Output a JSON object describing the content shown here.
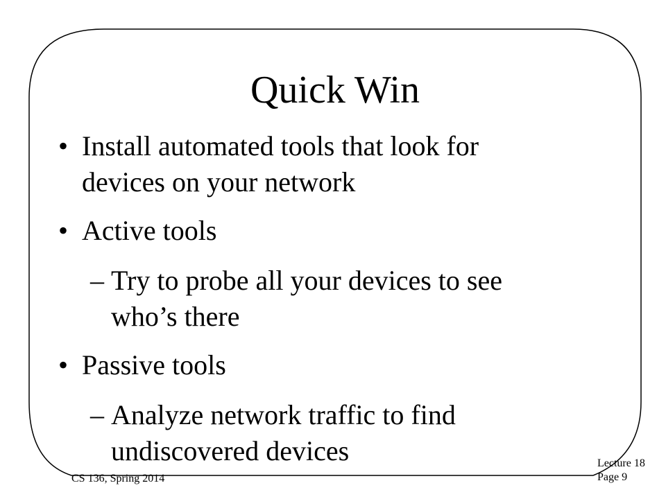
{
  "slide": {
    "title": "Quick Win",
    "bullets": [
      {
        "marker": "•",
        "lines": [
          "Install automated tools that look for",
          "devices on your network"
        ]
      },
      {
        "marker": "•",
        "lines": [
          "Active tools"
        ]
      },
      {
        "marker": "–",
        "lines": [
          "Try to probe all your devices to see",
          "who’s there"
        ]
      },
      {
        "marker": "•",
        "lines": [
          "Passive tools"
        ]
      },
      {
        "marker": "–",
        "lines": [
          "Analyze network traffic to find",
          "undiscovered devices"
        ]
      }
    ]
  },
  "footer": {
    "course": "CS 136, Spring 2014",
    "lecture": "Lecture 18",
    "page": "Page 9"
  }
}
